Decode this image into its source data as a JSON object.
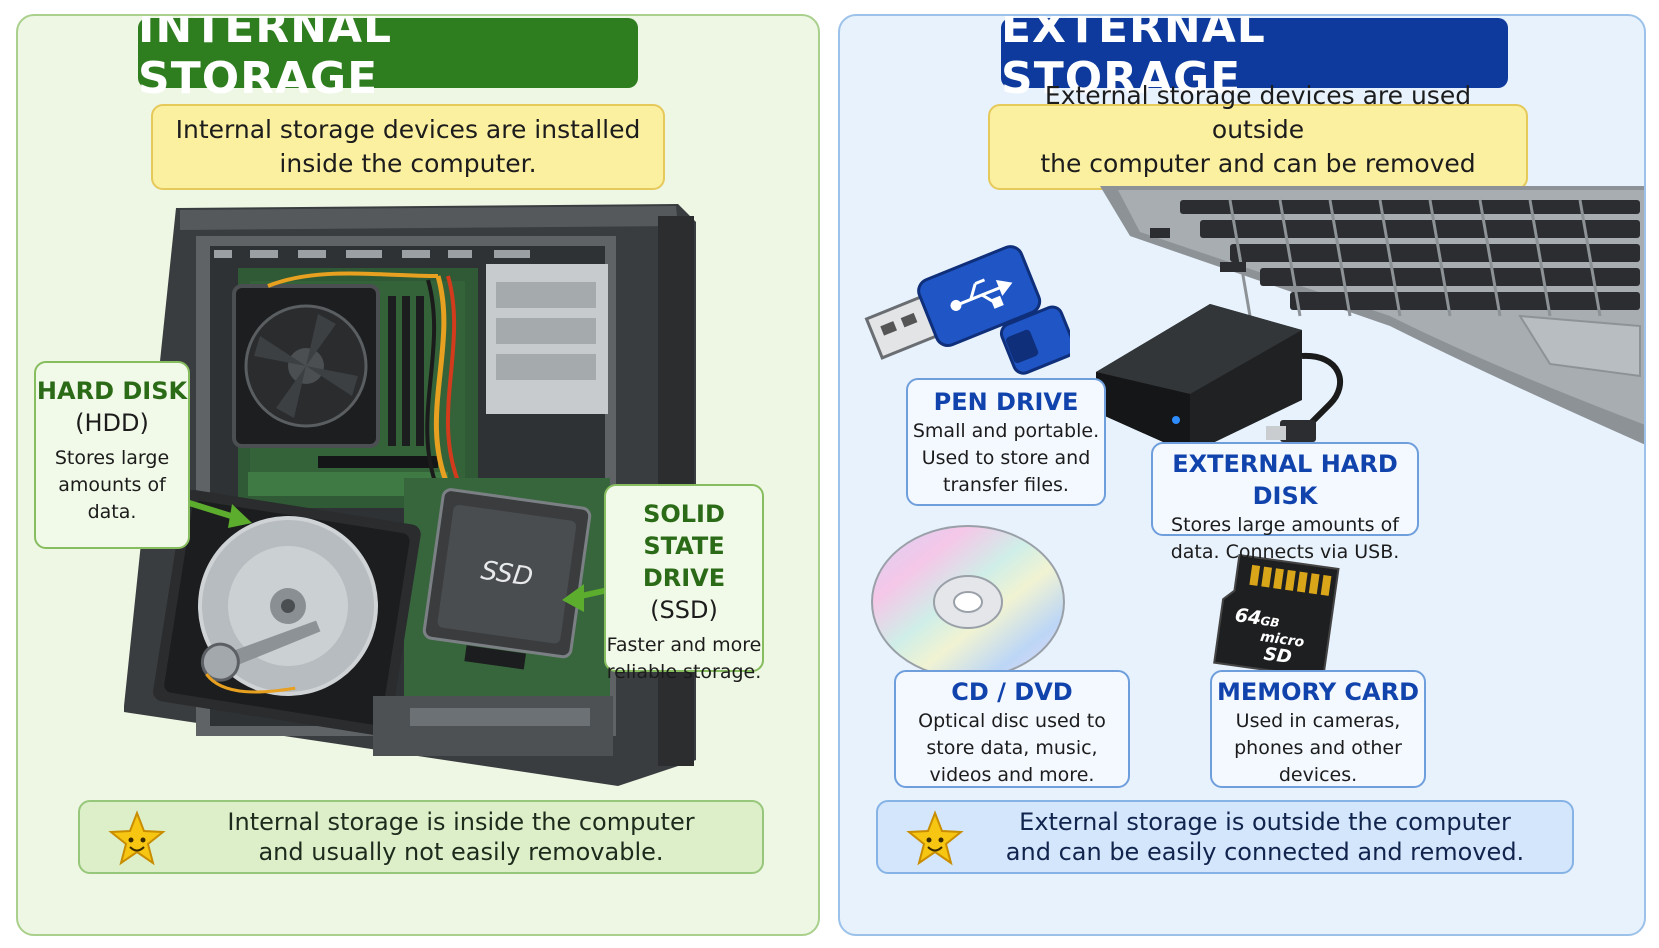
{
  "internal": {
    "title": "INTERNAL STORAGE",
    "intro_line1": "Internal storage devices are installed",
    "intro_line2": "inside the computer.",
    "hdd": {
      "title_line1": "HARD DISK",
      "title_line2": "(HDD)",
      "desc_line1": "Stores large",
      "desc_line2": "amounts of",
      "desc_line3": "data."
    },
    "ssd": {
      "title_line1": "SOLID STATE",
      "title_line2": "DRIVE",
      "title_line3": "(SSD)",
      "desc_line1": "Faster and more",
      "desc_line2": "reliable storage.",
      "chip_label": "SSD"
    },
    "summary_line1": "Internal storage is inside the computer",
    "summary_line2": "and usually not easily removable."
  },
  "external": {
    "title": "EXTERNAL STORAGE",
    "intro_line1": "External storage devices are used outside",
    "intro_line2": "the computer and can be removed easily.",
    "pen_drive": {
      "title": "PEN DRIVE",
      "desc_line1": "Small and portable.",
      "desc_line2": "Used to store and",
      "desc_line3": "transfer files."
    },
    "external_hdd": {
      "title": "EXTERNAL HARD DISK",
      "desc_line1": "Stores large amounts of",
      "desc_line2": "data. Connects via USB."
    },
    "cd_dvd": {
      "title": "CD / DVD",
      "desc_line1": "Optical disc used to",
      "desc_line2": "store data, music,",
      "desc_line3": "videos and more."
    },
    "memory_card": {
      "title": "MEMORY CARD",
      "desc_line1": "Used in cameras,",
      "desc_line2": "phones and other",
      "desc_line3": "devices.",
      "card_capacity": "64",
      "card_unit": "GB",
      "card_brand_line1": "micro",
      "card_brand_line2": "SD"
    },
    "summary_line1": "External storage is outside the computer",
    "summary_line2": "and can be easily connected and removed."
  },
  "colors": {
    "internal_accent": "#2e7d1e",
    "external_accent": "#0d3a9c",
    "note_yellow": "#fbefa0",
    "pen_drive_blue": "#1f55c4"
  },
  "icons": [
    "star-icon",
    "usb-symbol-icon"
  ]
}
